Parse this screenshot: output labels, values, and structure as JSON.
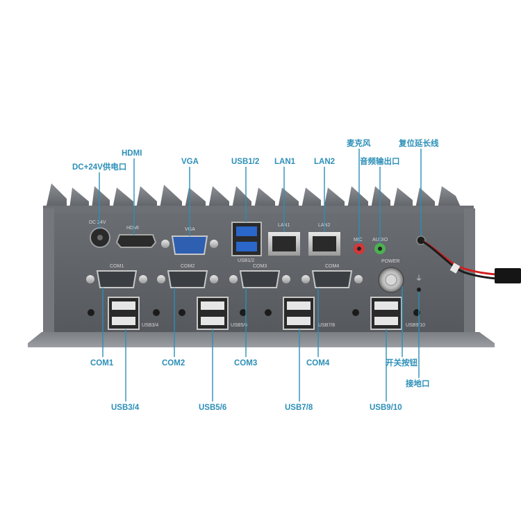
{
  "callouts": {
    "dc": "DC+24V供电口",
    "hdmi": "HDMI",
    "vga": "VGA",
    "usb12": "USB1/2",
    "lan1": "LAN1",
    "lan2": "LAN2",
    "mic": "麦克风",
    "audio": "音频输出口",
    "reset": "复位延长线",
    "com1": "COM1",
    "com2": "COM2",
    "com3": "COM3",
    "com4": "COM4",
    "power": "开关按钮",
    "ground": "接地口",
    "usb34": "USB3/4",
    "usb56": "USB5/6",
    "usb78": "USB7/8",
    "usb910": "USB9/10"
  },
  "panel_labels": {
    "dc": "DC 24V",
    "hdmi": "HDMI",
    "vga": "VGA",
    "usb12": "USB1/2",
    "lan1": "LAN1",
    "lan2": "LAN2",
    "mic": "MIC",
    "audio": "AUDIO",
    "power": "POWER",
    "com1": "COM1",
    "com2": "COM2",
    "com3": "COM3",
    "com4": "COM4",
    "usb34": "USB3/4",
    "usb56": "USB5/6",
    "usb78": "USB7/8",
    "usb910": "USB9/10"
  },
  "colors": {
    "callout": "#2c8fb8",
    "chassis": "#5b5e63",
    "fins": "#7a7d82",
    "vga_port": "#2f5fb0",
    "usb3_port": "#2b66c9",
    "mic_jack": "#d2383a",
    "audio_jack": "#4cb050",
    "wire_red": "#d11f1f",
    "wire_black": "#1b1b1b"
  }
}
